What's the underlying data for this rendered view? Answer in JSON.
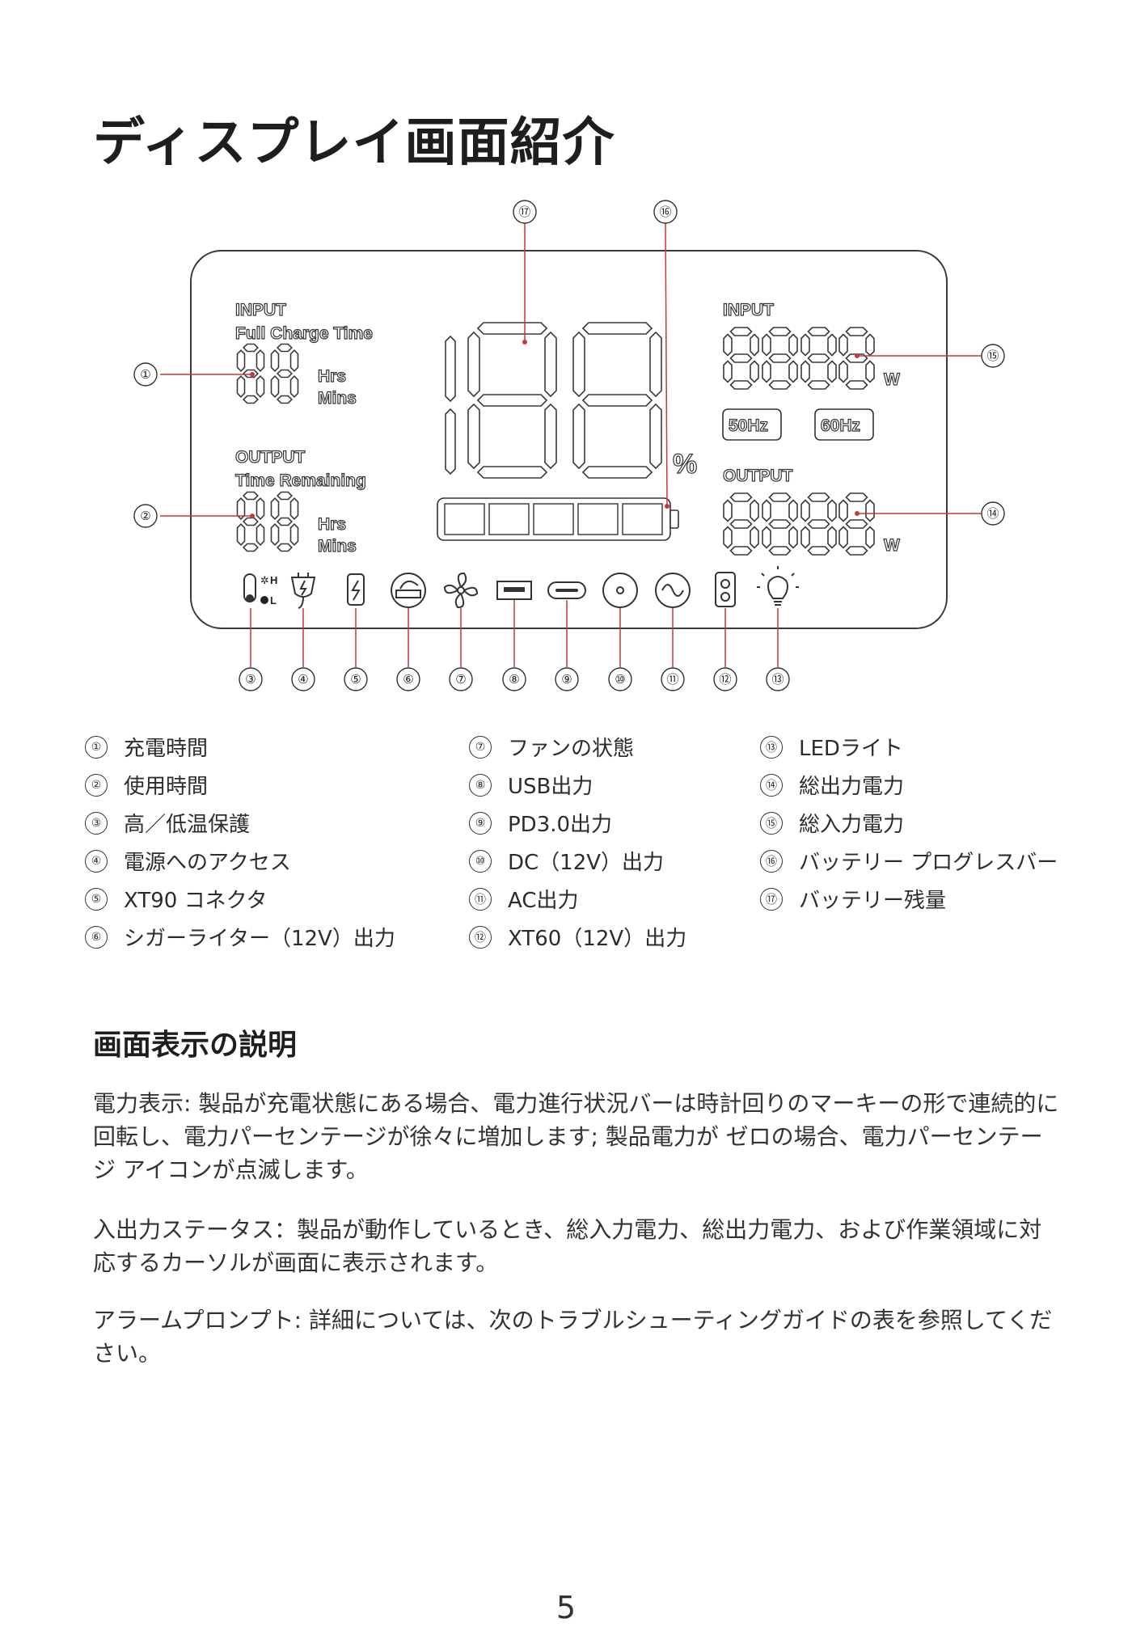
{
  "title": "ディスプレイ画面紹介",
  "display": {
    "input_label": "INPUT",
    "full_charge_time": "Full Charge Time",
    "output_label": "OUTPUT",
    "time_remaining": "Time Remaining",
    "hrs": "Hrs",
    "mins": "Mins",
    "percent": "%",
    "w": "W",
    "hz50": "50Hz",
    "hz60": "60Hz",
    "temp_high": "H",
    "temp_low": "L"
  },
  "callouts": [
    "①",
    "②",
    "③",
    "④",
    "⑤",
    "⑥",
    "⑦",
    "⑧",
    "⑨",
    "⑩",
    "⑪",
    "⑫",
    "⑬",
    "⑭",
    "⑮",
    "⑯",
    "⑰"
  ],
  "legend": {
    "col1": [
      {
        "num": "①",
        "label": "充電時間"
      },
      {
        "num": "②",
        "label": "使用時間"
      },
      {
        "num": "③",
        "label": "高／低温保護"
      },
      {
        "num": "④",
        "label": "電源へのアクセス"
      },
      {
        "num": "⑤",
        "label": "XT90 コネクタ"
      },
      {
        "num": "⑥",
        "label": "シガーライター（12V）出力"
      }
    ],
    "col2": [
      {
        "num": "⑦",
        "label": "ファンの状態"
      },
      {
        "num": "⑧",
        "label": "USB出力"
      },
      {
        "num": "⑨",
        "label": "PD3.0出力"
      },
      {
        "num": "⑩",
        "label": "DC（12V）出力"
      },
      {
        "num": "⑪",
        "label": "AC出力"
      },
      {
        "num": "⑫",
        "label": "XT60（12V）出力"
      }
    ],
    "col3": [
      {
        "num": "⑬",
        "label": "LEDライト"
      },
      {
        "num": "⑭",
        "label": "総出力電力"
      },
      {
        "num": "⑮",
        "label": "総入力電力"
      },
      {
        "num": "⑯",
        "label": "バッテリー プログレスバー"
      },
      {
        "num": "⑰",
        "label": "バッテリー残量"
      }
    ]
  },
  "section_title": "画面表示の説明",
  "paragraphs": [
    "電力表示: 製品が充電状態にある場合、電力進行状況バーは時計回りのマーキーの形で連続的に回転し、電力パーセンテージが徐々に増加します; 製品電力が ゼロの場合、電力パーセンテージ アイコンが点滅します。",
    "入出力ステータス：製品が動作しているとき、総入力電力、総出力電力、および作業領域に対応するカーソルが画面に表示されます。",
    "アラームプロンプト: 詳細については、次のトラブルシューティングガイドの表を参照してください。"
  ],
  "page_number": "5"
}
